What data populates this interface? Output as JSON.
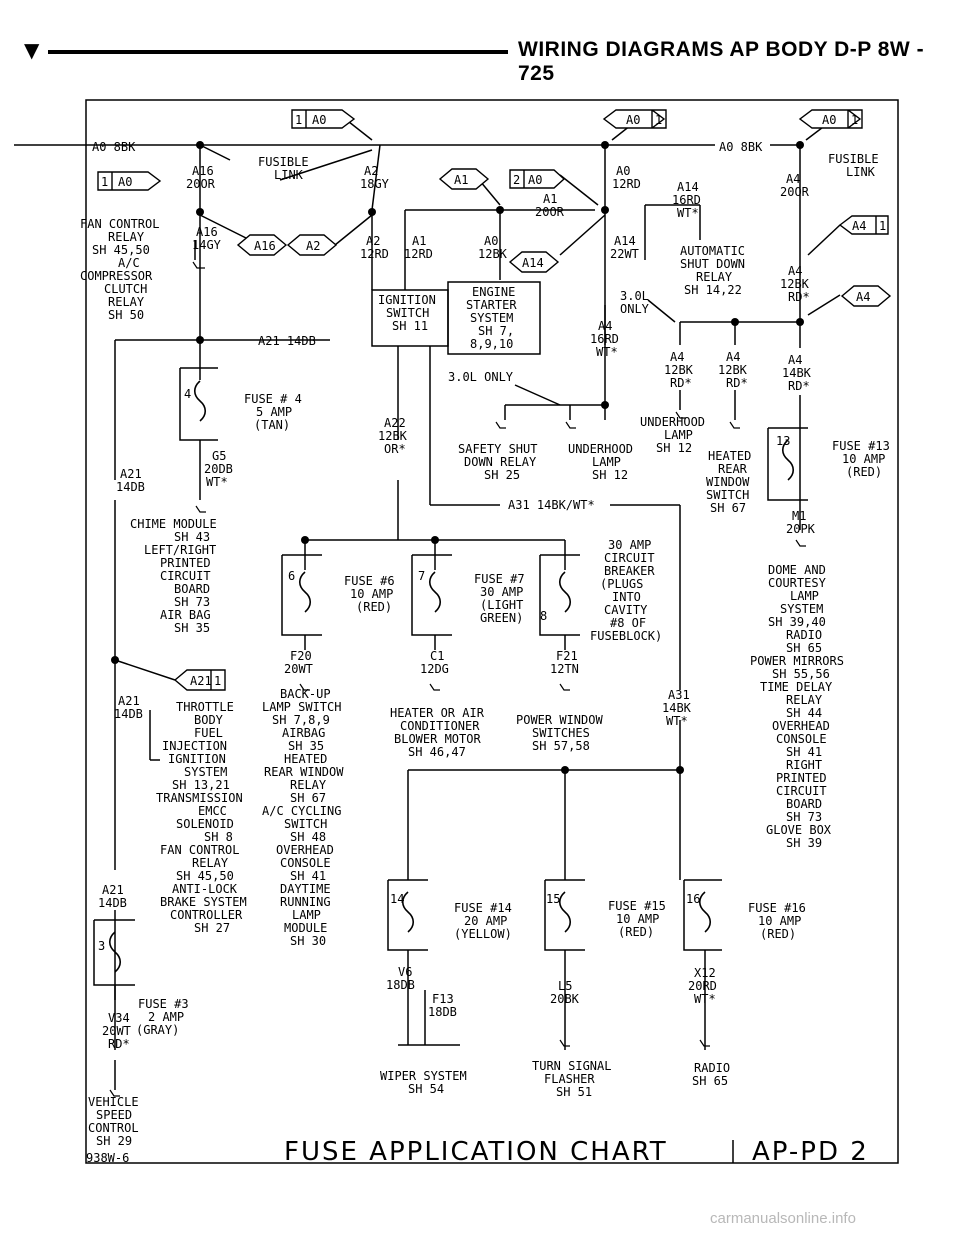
{
  "header": {
    "title": "WIRING DIAGRAMS AP BODY D-P    8W - 725"
  },
  "connectors": {
    "a0_left": "A0",
    "a0_left_pin": "1",
    "a0_mid": "A0",
    "a0_mid_pin": "1",
    "a0_right": "A0",
    "a0_right_pin": "1",
    "a0_side": "A0",
    "a0_side_pin": "1",
    "a0_center": "A0",
    "a0_center_pin": "2",
    "a1": "A1",
    "a16": "A16",
    "a2": "A2",
    "a14": "A14",
    "a4": "A4",
    "a4_right": "A4",
    "a4_right_pin": "1",
    "a21": "A21",
    "a21_pin": "1"
  },
  "labels": {
    "a0_8bk_left": "A0  8BK",
    "a0_8bk_right": "A0  8BK",
    "fusible_link_left_1": "FUSIBLE",
    "fusible_link_left_2": "LINK",
    "fusible_link_right_1": "FUSIBLE",
    "fusible_link_right_2": "LINK",
    "a16_20or_1": "A16",
    "a16_20or_2": "20OR",
    "a2_18gy_1": "A2",
    "a2_18gy_2": "18GY",
    "a0_12rd_1": "A0",
    "a0_12rd_2": "12RD",
    "a1_20or_1": "A1",
    "a1_20or_2": "20OR",
    "a14_16rd_1": "A14",
    "a14_16rd_2": "16RD",
    "a14_16rd_3": "WT*",
    "a4_20or_1": "A4",
    "a4_20or_2": "20OR",
    "fan_1": "FAN CONTROL",
    "fan_2": "RELAY",
    "fan_3": "SH 45,50",
    "fan_4": "A/C",
    "fan_5": "COMPRESSOR",
    "fan_6": "CLUTCH",
    "fan_7": "RELAY",
    "fan_8": "SH 50",
    "a16_14gy_1": "A16",
    "a16_14gy_2": "14GY",
    "a2_12rd_1": "A2",
    "a2_12rd_2": "12RD",
    "a1_12rd_1": "A1",
    "a1_12rd_2": "12RD",
    "a0_12bk_1": "A0",
    "a0_12bk_2": "12BK",
    "a14_22wt_1": "A14",
    "a14_22wt_2": "22WT",
    "asd_1": "AUTOMATIC",
    "asd_2": "SHUT DOWN",
    "asd_3": "RELAY",
    "asd_4": "SH 14,22",
    "a4_12bk_1": "A4",
    "a4_12bk_2": "12BK",
    "a4_12bk_3": "RD*",
    "ign_1": "IGNITION",
    "ign_2": "SWITCH",
    "ign_3": "SH 11",
    "eng_1": "ENGINE",
    "eng_2": "STARTER",
    "eng_3": "SYSTEM",
    "eng_4": "SH 7,",
    "eng_5": "8,9,10",
    "three_l_only_1": "3.0L",
    "three_l_only_2": "ONLY",
    "a4_16rd_1": "A4",
    "a4_16rd_2": "16RD",
    "a4_16rd_3": "WT*",
    "a21_14db_top": "A21  14DB",
    "a4_12bk_b1_1": "A4",
    "a4_12bk_b1_2": "12BK",
    "a4_12bk_b1_3": "RD*",
    "a4_12bk_b2_1": "A4",
    "a4_12bk_b2_2": "12BK",
    "a4_12bk_b2_3": "RD*",
    "a4_14bk_1": "A4",
    "a4_14bk_2": "14BK",
    "a4_14bk_3": "RD*",
    "three_l_only_mid": "3.0L ONLY",
    "fuse4_num": "4",
    "fuse4_1": "FUSE # 4",
    "fuse4_2": "5 AMP",
    "fuse4_3": "(TAN)",
    "a22_1": "A22",
    "a22_2": "12BK",
    "a22_3": "OR*",
    "underhood_right_1": "UNDERHOOD",
    "underhood_right_2": "LAMP",
    "underhood_right_3": "SH 12",
    "heated_1": "HEATED",
    "heated_2": "REAR",
    "heated_3": "WINDOW",
    "heated_4": "SWITCH",
    "heated_5": "SH 67",
    "a21_14db_left_1": "A21",
    "a21_14db_left_2": "14DB",
    "g5_1": "G5",
    "g5_2": "20DB",
    "g5_3": "WT*",
    "safety_1": "SAFETY SHUT",
    "safety_2": "DOWN RELAY",
    "safety_3": "SH 25",
    "underhood_mid_1": "UNDERHOOD",
    "underhood_mid_2": "LAMP",
    "underhood_mid_3": "SH 12",
    "fuse13_num": "13",
    "fuse13_1": "FUSE #13",
    "fuse13_2": "10 AMP",
    "fuse13_3": "(RED)",
    "a31_wire": "A31  14BK/WT*",
    "chime_1": "CHIME MODULE",
    "chime_2": "SH 43",
    "chime_3": "LEFT/RIGHT",
    "chime_4": "PRINTED",
    "chime_5": "CIRCUIT",
    "chime_6": "BOARD",
    "chime_7": "SH 73",
    "chime_8": "AIR BAG",
    "chime_9": "SH 35",
    "m1_1": "M1",
    "m1_2": "20PK",
    "fuse6_num": "6",
    "fuse6_1": "FUSE #6",
    "fuse6_2": "10 AMP",
    "fuse6_3": "(RED)",
    "fuse7_num": "7",
    "fuse7_1": "FUSE #7",
    "fuse7_2": "30 AMP",
    "fuse7_3": "(LIGHT",
    "fuse7_4": "GREEN)",
    "cb_num": "8",
    "cb_1": "30 AMP",
    "cb_2": "CIRCUIT",
    "cb_3": "BREAKER",
    "cb_4": "(PLUGS",
    "cb_5": "INTO",
    "cb_6": "CAVITY",
    "cb_7": "#8 OF",
    "cb_8": "FUSEBLOCK)",
    "dome_1": "DOME AND",
    "dome_2": "COURTESY",
    "dome_3": "LAMP",
    "dome_4": "SYSTEM",
    "dome_5": "SH 39,40",
    "dome_6": "RADIO",
    "dome_7": "SH 65",
    "dome_8": "POWER MIRRORS",
    "dome_9": "SH 55,56",
    "dome_10": "TIME DELAY",
    "dome_11": "RELAY",
    "dome_12": "SH 44",
    "dome_13": "OVERHEAD",
    "dome_14": "CONSOLE",
    "dome_15": "SH 41",
    "dome_16": "RIGHT",
    "dome_17": "PRINTED",
    "dome_18": "CIRCUIT",
    "dome_19": "BOARD",
    "dome_20": "SH 73",
    "dome_21": "GLOVE BOX",
    "dome_22": "SH 39",
    "f20_1": "F20",
    "f20_2": "20WT",
    "c1_1": "C1",
    "c1_2": "12DG",
    "f21_1": "F21",
    "f21_2": "12TN",
    "a31_14bk_1": "A31",
    "a31_14bk_2": "14BK",
    "a31_14bk_3": "WT*",
    "a21_14db_mid_1": "A21",
    "a21_14db_mid_2": "14DB",
    "throttle_1": "THROTTLE",
    "throttle_2": "BODY",
    "throttle_3": "FUEL",
    "throttle_4": "INJECTION",
    "throttle_5": "IGNITION",
    "throttle_6": "SYSTEM",
    "throttle_7": "SH 13,21",
    "throttle_8": "TRANSMISSION",
    "throttle_9": "EMCC",
    "throttle_10": "SOLENOID",
    "throttle_11": "SH 8",
    "throttle_12": "FAN CONTROL",
    "throttle_13": "RELAY",
    "throttle_14": "SH 45,50",
    "throttle_15": "ANTI-LOCK",
    "throttle_16": "BRAKE SYSTEM",
    "throttle_17": "CONTROLLER",
    "throttle_18": "SH 27",
    "backup_1": "BACK-UP",
    "backup_2": "LAMP SWITCH",
    "backup_3": "SH 7,8,9",
    "backup_4": "AIRBAG",
    "backup_5": "SH 35",
    "backup_6": "HEATED",
    "backup_7": "REAR WINDOW",
    "backup_8": "RELAY",
    "backup_9": "SH 67",
    "backup_10": "A/C CYCLING",
    "backup_11": "SWITCH",
    "backup_12": "SH 48",
    "backup_13": "OVERHEAD",
    "backup_14": "CONSOLE",
    "backup_15": "SH 41",
    "backup_16": "DAYTIME",
    "backup_17": "RUNNING",
    "backup_18": "LAMP",
    "backup_19": "MODULE",
    "backup_20": "SH 30",
    "heater_1": "HEATER OR AIR",
    "heater_2": "CONDITIONER",
    "heater_3": "BLOWER MOTOR",
    "heater_4": "SH 46,47",
    "pwrwin_1": "POWER WINDOW",
    "pwrwin_2": "SWITCHES",
    "pwrwin_3": "SH 57,58",
    "a21_14db_low_1": "A21",
    "a21_14db_low_2": "14DB",
    "fuse3_num": "3",
    "fuse3_1": "FUSE #3",
    "fuse3_2": "2 AMP",
    "fuse3_3": "(GRAY)",
    "v34_1": "V34",
    "v34_2": "20WT",
    "v34_3": "RD*",
    "fuse14_num": "14",
    "fuse14_1": "FUSE #14",
    "fuse14_2": "20 AMP",
    "fuse14_3": "(YELLOW)",
    "fuse15_num": "15",
    "fuse15_1": "FUSE #15",
    "fuse15_2": "10 AMP",
    "fuse15_3": "(RED)",
    "fuse16_num": "16",
    "fuse16_1": "FUSE #16",
    "fuse16_2": "10 AMP",
    "fuse16_3": "(RED)",
    "v6_1": "V6",
    "v6_2": "18DB",
    "f13_1": "F13",
    "f13_2": "18DB",
    "l5_1": "L5",
    "l5_2": "20BK",
    "x12_1": "X12",
    "x12_2": "20RD",
    "x12_3": "WT*",
    "wiper_1": "WIPER SYSTEM",
    "wiper_2": "SH 54",
    "turn_1": "TURN SIGNAL",
    "turn_2": "FLASHER",
    "turn_3": "SH 51",
    "radio_1": "RADIO",
    "radio_2": "SH 65",
    "vss_1": "VEHICLE",
    "vss_2": "SPEED",
    "vss_3": "CONTROL",
    "vss_4": "SH 29",
    "fig_id": "938W-6",
    "chart_title": "FUSE APPLICATION CHART",
    "page_id": "AP-PD 2"
  },
  "watermark": "carmanualsonline.info"
}
